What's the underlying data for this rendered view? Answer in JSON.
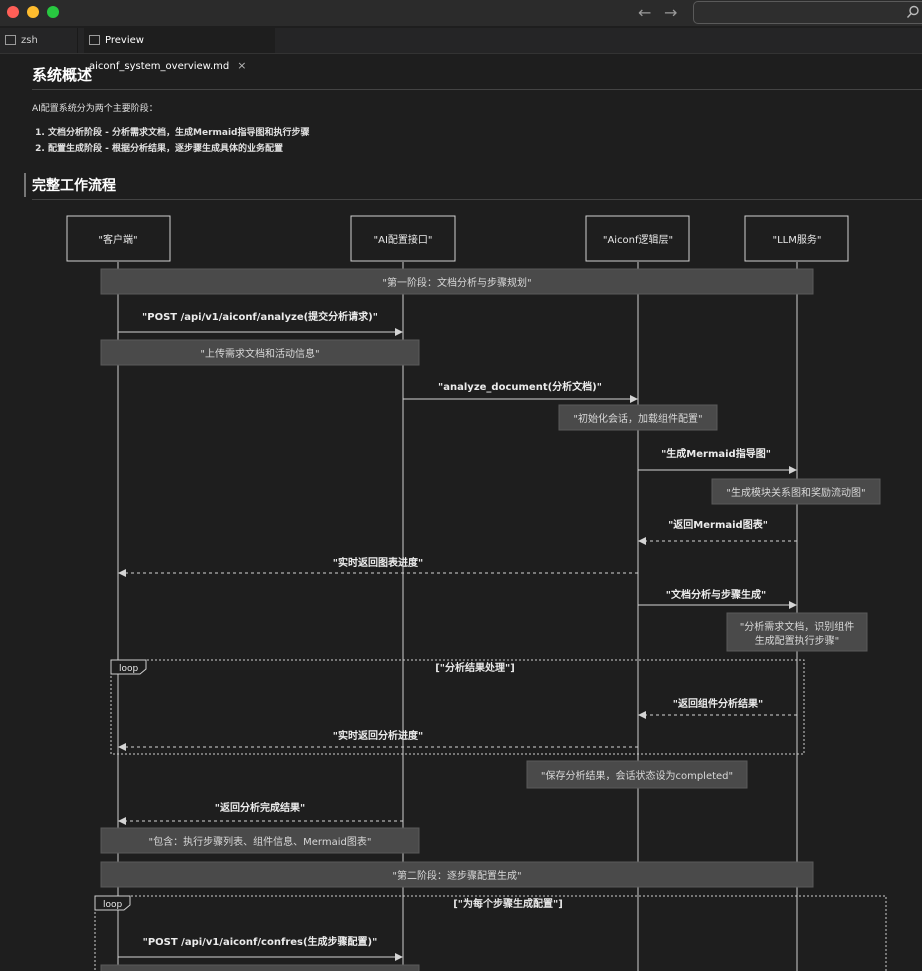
{
  "window": {
    "tabs": [
      {
        "label": "zsh",
        "active": false
      },
      {
        "label": "Preview aiconf_system_overview.md",
        "active": true
      }
    ]
  },
  "doc": {
    "heading1": "系统概述",
    "intro": "AI配置系统分为两个主要阶段：",
    "list": [
      "文档分析阶段 - 分析需求文档，生成Mermaid指导图和执行步骤",
      "配置生成阶段 - 根据分析结果，逐步骤生成具体的业务配置"
    ],
    "heading2": "完整工作流程"
  },
  "diagram": {
    "participants": [
      "\"客户端\"",
      "\"AI配置接口\"",
      "\"Aiconf逻辑层\"",
      "\"LLM服务\""
    ],
    "notes": {
      "phase1": "\"第一阶段：文档分析与步骤规划\"",
      "upload": "\"上传需求文档和活动信息\"",
      "init": "\"初始化会话，加载组件配置\"",
      "gen_rel": "\"生成模块关系图和奖励流动图\"",
      "analyze_l1": "\"分析需求文档，识别组件",
      "analyze_l2": "生成配置执行步骤\"",
      "save": "\"保存分析结果，会话状态设为completed\"",
      "contains": "\"包含：执行步骤列表、组件信息、Mermaid图表\"",
      "phase2": "\"第二阶段：逐步骤配置生成\""
    },
    "messages": {
      "post_analyze": "\"POST /api/v1/aiconf/analyze(提交分析请求)\"",
      "analyze_doc": "\"analyze_document(分析文档)\"",
      "gen_mermaid": "\"生成Mermaid指导图\"",
      "ret_mermaid": "\"返回Mermaid图表\"",
      "rt_chart": "\"实时返回图表进度\"",
      "doc_step": "\"文档分析与步骤生成\"",
      "ret_comp": "\"返回组件分析结果\"",
      "rt_analysis": "\"实时返回分析进度\"",
      "ret_done": "\"返回分析完成结果\"",
      "post_confres": "\"POST /api/v1/aiconf/confres(生成步骤配置)\""
    },
    "loops": [
      {
        "tag": "loop",
        "label": "[\"分析结果处理\"]"
      },
      {
        "tag": "loop",
        "label": "[\"为每个步骤生成配置\"]"
      }
    ]
  }
}
